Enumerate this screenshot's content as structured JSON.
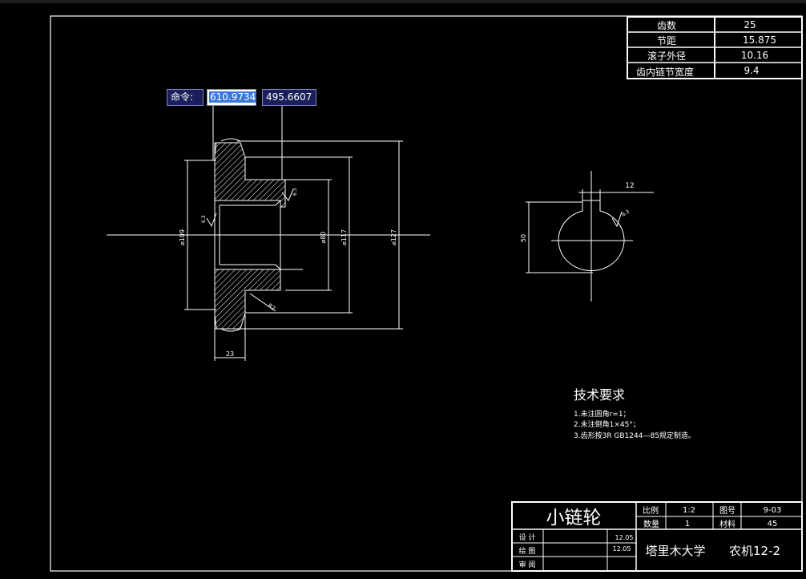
{
  "params": [
    {
      "name": "齿数",
      "value": "25"
    },
    {
      "name": "节距",
      "value": "15.875"
    },
    {
      "name": "滚子外径",
      "value": "10.16"
    },
    {
      "name": "齿内链节宽度",
      "value": "9.4"
    }
  ],
  "command": {
    "label": "命令:",
    "x": "610.9734",
    "y": "495.6607"
  },
  "dims": {
    "d_left": "⌀109",
    "d_bore": "⌀80",
    "d_mid": "⌀117",
    "d_outer": "⌀127",
    "width_bottom": "23",
    "rough1": "6.3",
    "rough2": "6.3",
    "r2": "R2",
    "key_width": "12",
    "key_height": "50",
    "rough3": "6.3"
  },
  "tech": {
    "title": "技术要求",
    "items": [
      "1.未注圆角r=1；",
      "2.未注倒角1×45°；",
      "3.齿形按3R  GB1244—85规定制造。"
    ]
  },
  "titleblock": {
    "part_name": "小链轮",
    "scale_label": "比例",
    "scale_value": "1:2",
    "drawing_no_label": "图号",
    "drawing_no": "9-03",
    "qty_label": "数量",
    "qty_value": "1",
    "material_label": "材料",
    "material_value": "45",
    "design_label": "设  计",
    "draw_label": "绘  图",
    "review_label": "审  阅",
    "design_date": "12.05",
    "draw_date": "12.05",
    "school": "塔里木大学",
    "class": "农机12-2"
  }
}
